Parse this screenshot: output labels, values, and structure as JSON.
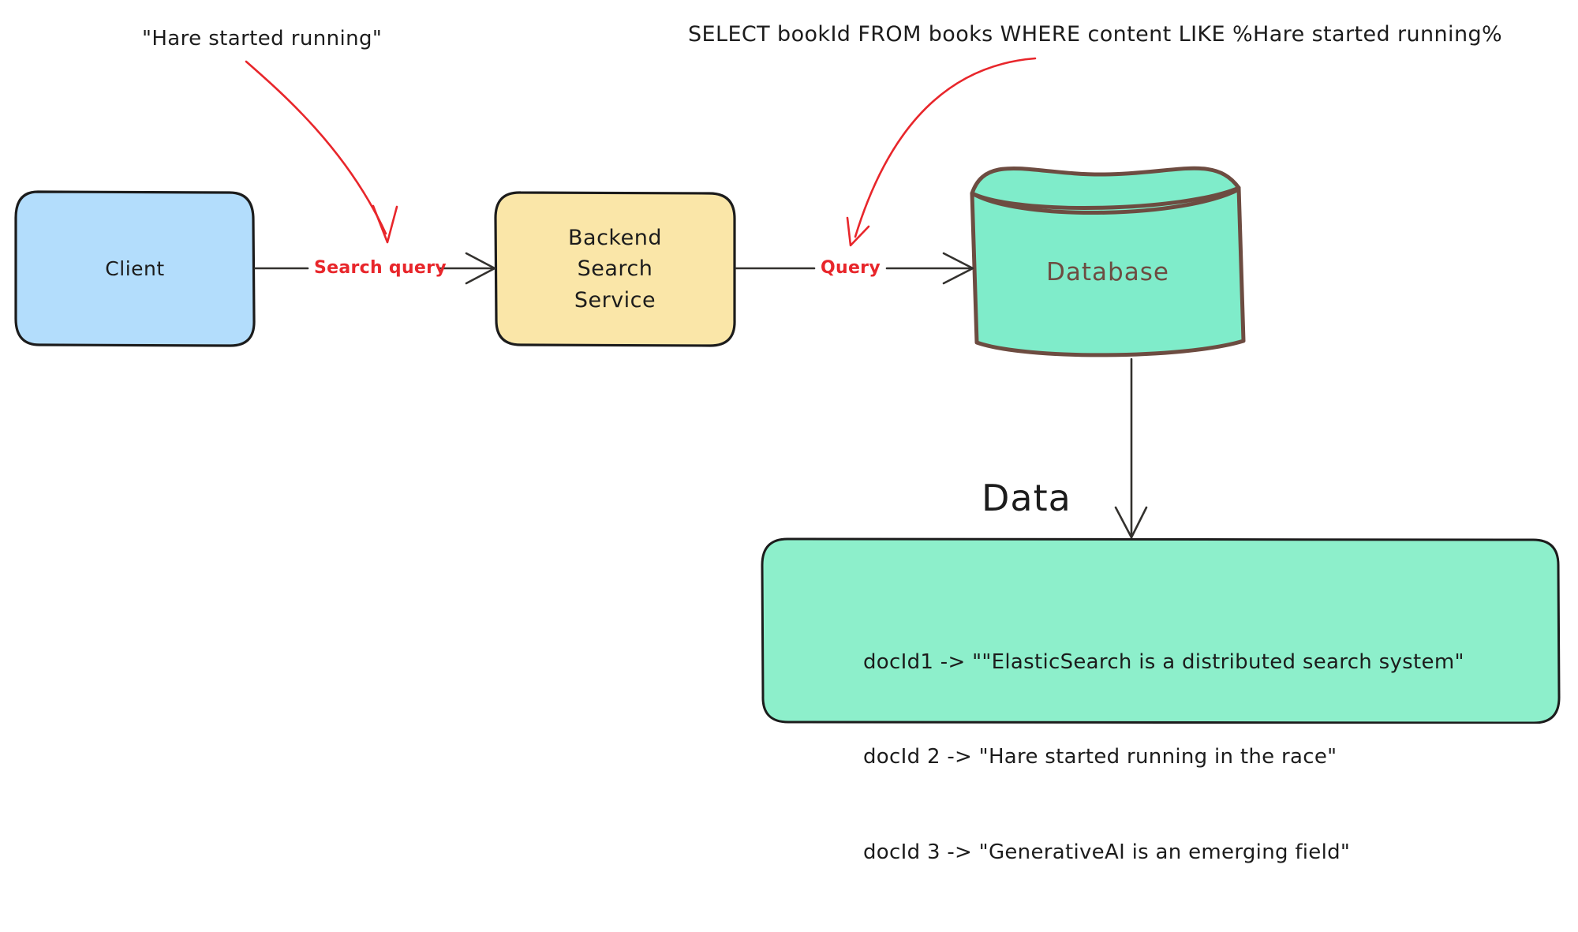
{
  "diagram": {
    "title_caption_left": "\"Hare started running\"",
    "title_caption_right": "SELECT bookId FROM books WHERE content LIKE %Hare started running%",
    "nodes": {
      "client": {
        "label": "Client",
        "fill": "#b3ddfc",
        "stroke": "#1c1c1c",
        "shape": "rounded-rectangle"
      },
      "backend": {
        "line1": "Backend",
        "line2": "Search",
        "line3": "Service",
        "fill": "#fae6a8",
        "stroke": "#1c1c1c",
        "shape": "rounded-rectangle"
      },
      "database": {
        "label": "Database",
        "fill": "#7fecca",
        "stroke": "#6d4c41",
        "shape": "cylinder"
      },
      "result": {
        "fill": "#8defcb",
        "stroke": "#1c1c1c",
        "shape": "rounded-rectangle",
        "lines": [
          "docId1 -> \"\"ElasticSearch is a distributed search system\"",
          "docId 2 -> \"Hare started running in the race\"",
          "docId 3 -> \"GenerativeAI is an emerging field\""
        ]
      }
    },
    "edges": {
      "client_to_backend": "Search query",
      "backend_to_database": "Query",
      "database_to_result": "Data"
    },
    "annotations": {
      "callout_color": "#e8262b",
      "edge_label_color": "#e8262b",
      "connector_color": "#33312e"
    }
  }
}
